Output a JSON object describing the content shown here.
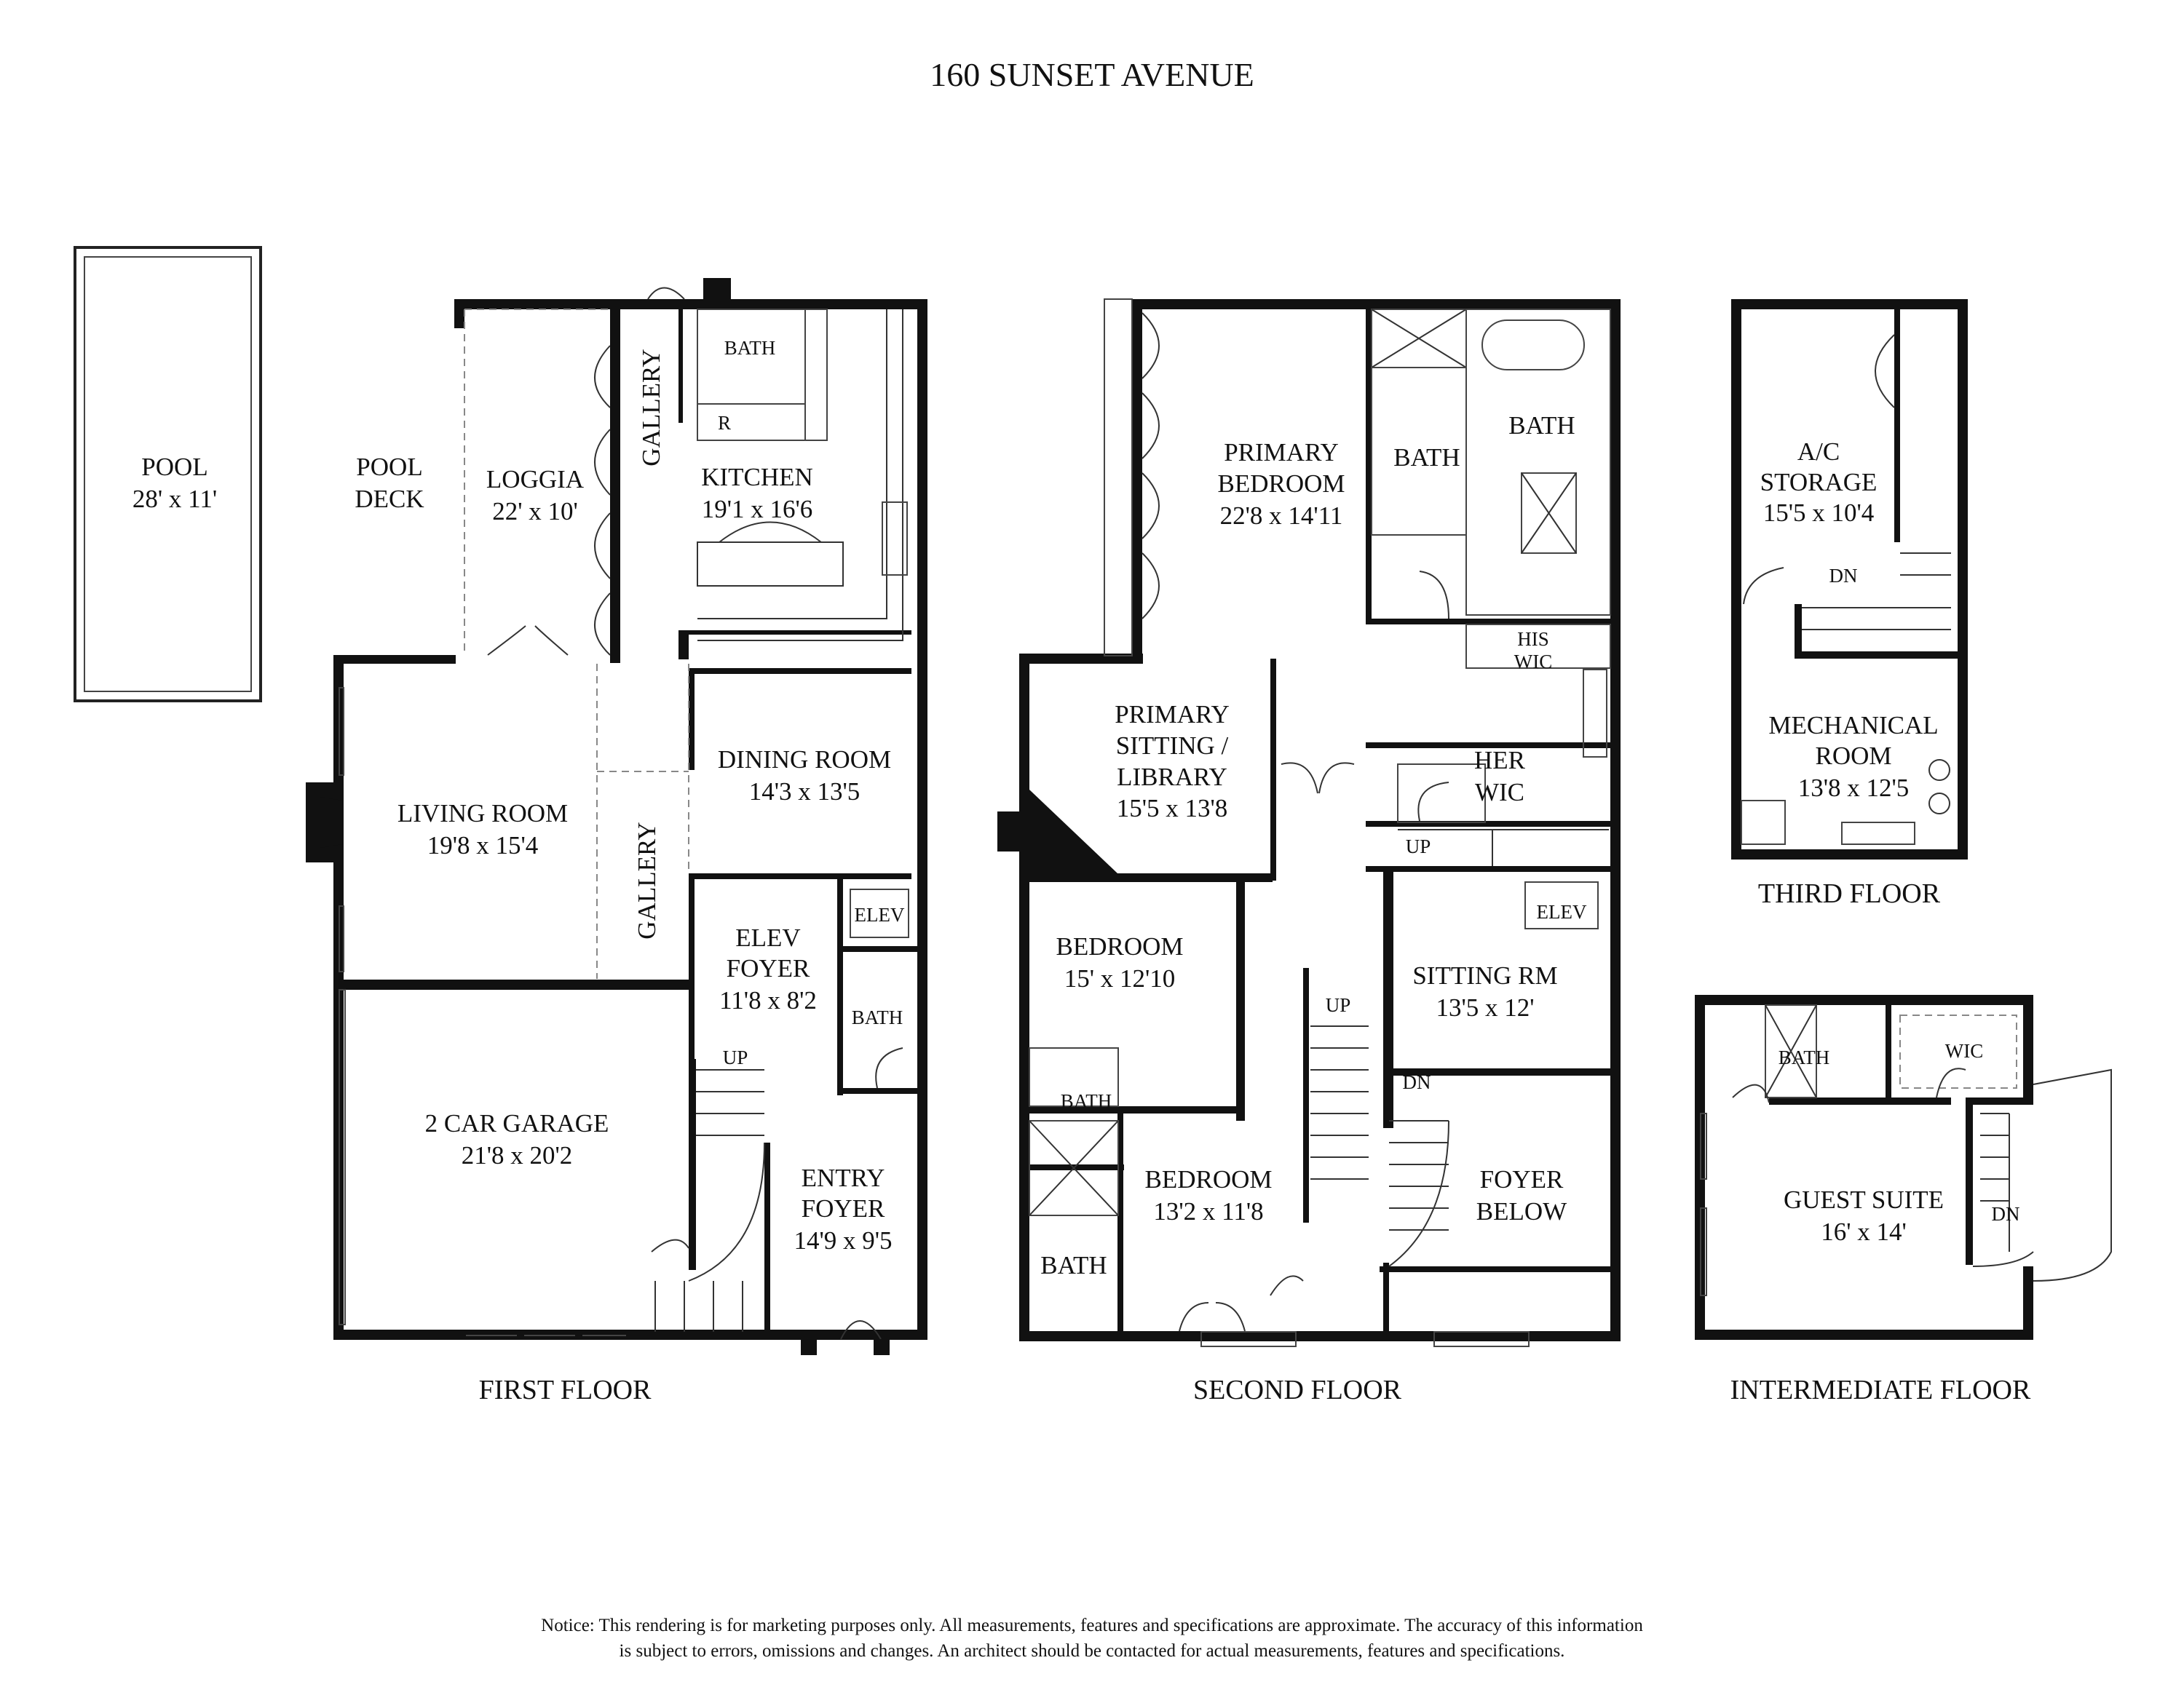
{
  "title": "160 SUNSET AVENUE",
  "floors": {
    "first": {
      "caption": "FIRST FLOOR",
      "rooms": {
        "pool": {
          "name": "POOL",
          "dims": "28' x 11'"
        },
        "pool_deck": {
          "line1": "POOL",
          "line2": "DECK"
        },
        "loggia": {
          "name": "LOGGIA",
          "dims": "22' x 10'"
        },
        "gallery_top": "GALLERY",
        "bath": "BATH",
        "refrigerator": "R",
        "kitchen": {
          "name": "KITCHEN",
          "dims": "19'1 x 16'6"
        },
        "living_room": {
          "name": "LIVING ROOM",
          "dims": "19'8 x 15'4"
        },
        "gallery_mid": "GALLERY",
        "dining_room": {
          "name": "DINING ROOM",
          "dims": "14'3 x 13'5"
        },
        "elev": "ELEV",
        "elev_foyer": {
          "line1": "ELEV",
          "line2": "FOYER",
          "dims": "11'8 x 8'2"
        },
        "bath2": "BATH",
        "up": "UP",
        "garage": {
          "name": "2 CAR GARAGE",
          "dims": "21'8 x 20'2"
        },
        "entry_foyer": {
          "line1": "ENTRY",
          "line2": "FOYER",
          "dims": "14'9 x 9'5"
        }
      }
    },
    "second": {
      "caption": "SECOND FLOOR",
      "rooms": {
        "primary_bedroom": {
          "line1": "PRIMARY",
          "line2": "BEDROOM",
          "dims": "22'8 x 14'11"
        },
        "bath_small": "BATH",
        "bath_large": "BATH",
        "his_wic": {
          "line1": "HIS",
          "line2": "WIC"
        },
        "her_wic": {
          "line1": "HER",
          "line2": "WIC"
        },
        "primary_sitting": {
          "line1": "PRIMARY",
          "line2": "SITTING /",
          "line3": "LIBRARY",
          "dims": "15'5 x 13'8"
        },
        "up_landing": "UP",
        "elev": "ELEV",
        "sitting_rm": {
          "name": "SITTING RM",
          "dims": "13'5 x 12'"
        },
        "bedroom1": {
          "name": "BEDROOM",
          "dims": "15' x 12'10"
        },
        "up_stair": "UP",
        "dn_stair": "DN",
        "bath_a": "BATH",
        "bedroom2": {
          "name": "BEDROOM",
          "dims": "13'2 x 11'8"
        },
        "foyer_below": {
          "line1": "FOYER",
          "line2": "BELOW"
        },
        "bath_b": "BATH"
      }
    },
    "third": {
      "caption": "THIRD FLOOR",
      "rooms": {
        "ac_storage": {
          "line1": "A/C",
          "line2": "STORAGE",
          "dims": "15'5 x 10'4"
        },
        "dn": "DN",
        "mechanical": {
          "line1": "MECHANICAL",
          "line2": "ROOM",
          "dims": "13'8 x 12'5"
        }
      }
    },
    "intermediate": {
      "caption": "INTERMEDIATE FLOOR",
      "rooms": {
        "bath": "BATH",
        "wic": "WIC",
        "guest_suite": {
          "name": "GUEST SUITE",
          "dims": "16' x 14'"
        },
        "dn": "DN"
      }
    }
  },
  "notice": {
    "line1": "Notice: This rendering is for marketing purposes only. All measurements, features and specifications are approximate. The accuracy of this information",
    "line2": "is subject to errors, omissions and changes. An architect should be contacted for actual measurements, features and specifications."
  }
}
